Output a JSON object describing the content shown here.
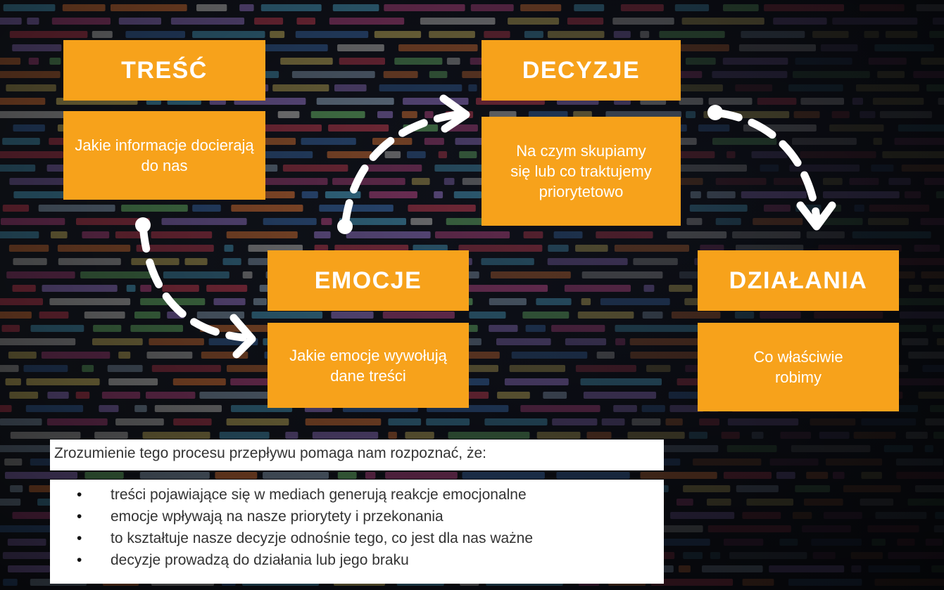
{
  "steps": [
    {
      "title": "TREŚĆ",
      "desc": "Jakie informacje docierają do nas"
    },
    {
      "title": "EMOCJE",
      "desc": "Jakie emocje wywołują dane treści"
    },
    {
      "title": "DECYZJE",
      "desc": "Na czym skupiamy się lub co traktujemy priorytetowo"
    },
    {
      "title": "DZIAŁANIA",
      "desc": "Co właściwie robimy"
    }
  ],
  "intro": "Zrozumienie tego procesu przepływu pomaga nam rozpoznać, że:",
  "bullets": [
    "treści pojawiające się w mediach generują reakcje emocjonalne",
    "emocje wpływają na nasze priorytety i przekonania",
    "to kształtuje nasze decyzje odnośnie tego, co jest dla nas ważne",
    "decyzje prowadzą do działania lub jego braku"
  ],
  "colors": {
    "accent": "#f7a21b",
    "text_box_bg": "#ffffff",
    "arrow": "#ffffff"
  },
  "background_image": "dark-code-screen-photo"
}
